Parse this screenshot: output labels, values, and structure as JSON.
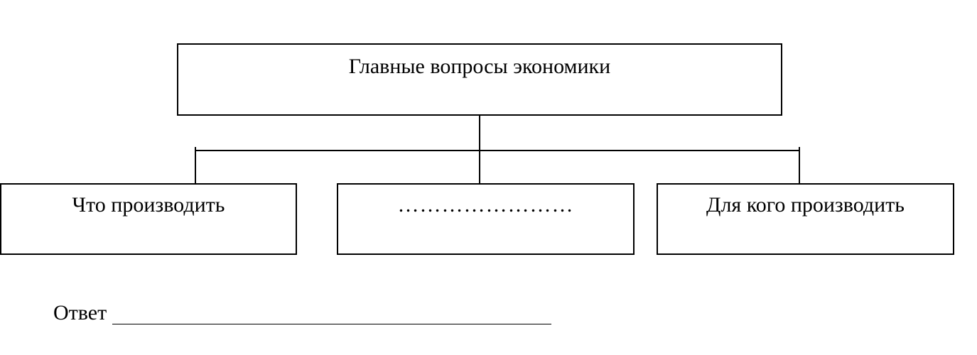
{
  "diagram": {
    "root": {
      "label": "Главные вопросы экономики"
    },
    "children": [
      {
        "label": "Что производить"
      },
      {
        "label": "……………………"
      },
      {
        "label": "Для кого производить"
      }
    ]
  },
  "answer": {
    "label": "Ответ",
    "value": ""
  }
}
